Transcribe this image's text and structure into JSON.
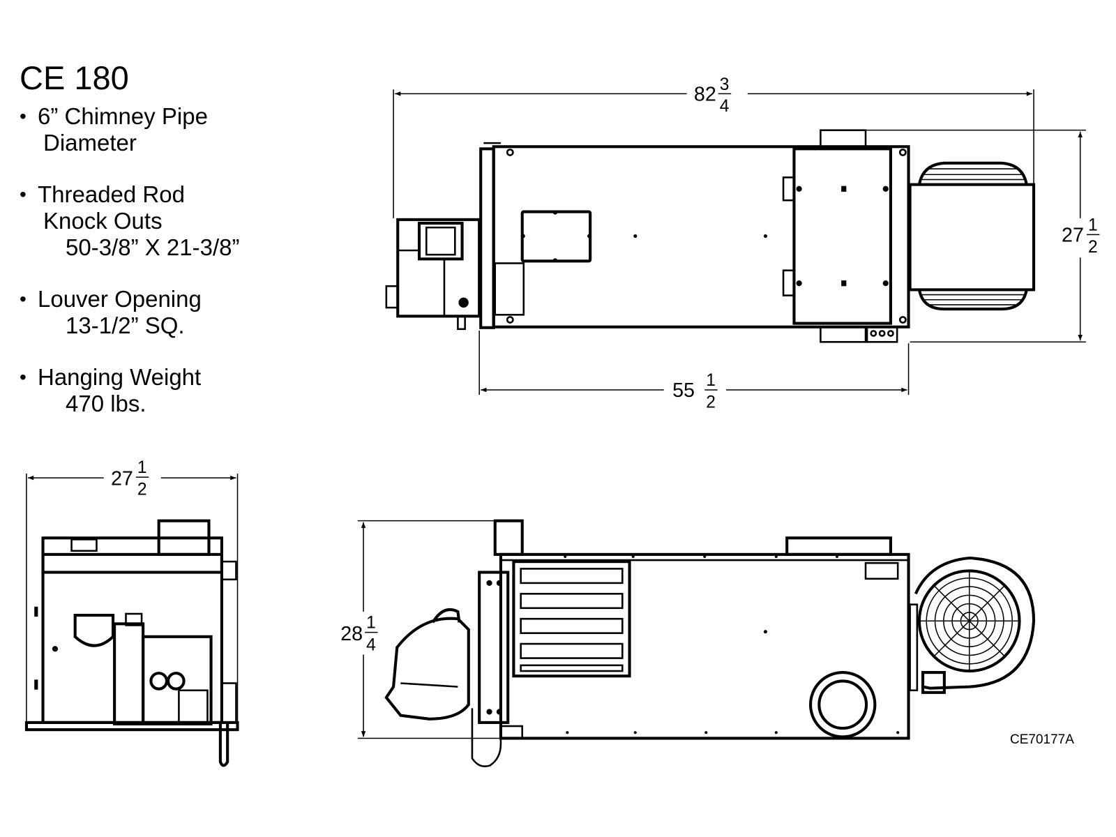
{
  "title": "CE 180",
  "specs": [
    {
      "lines": [
        "6” Chimney Pipe",
        "Diameter"
      ]
    },
    {
      "lines": [
        "Threaded Rod",
        "Knock Outs",
        "50-3/8” X 21-3/8”"
      ]
    },
    {
      "lines": [
        "Louver Opening",
        "13-1/2” SQ."
      ]
    },
    {
      "lines": [
        "Hanging Weight",
        "470 lbs."
      ]
    }
  ],
  "dimensions": {
    "top_overall_length": {
      "whole": "82",
      "num": "3",
      "den": "4"
    },
    "top_height": {
      "whole": "27",
      "num": "1",
      "den": "2"
    },
    "top_body_length": {
      "whole": "55",
      "num": "1",
      "den": "2"
    },
    "end_width": {
      "whole": "27",
      "num": "1",
      "den": "2"
    },
    "side_height": {
      "whole": "28",
      "num": "1",
      "den": "4"
    }
  },
  "drawing_code": "CE70177A"
}
